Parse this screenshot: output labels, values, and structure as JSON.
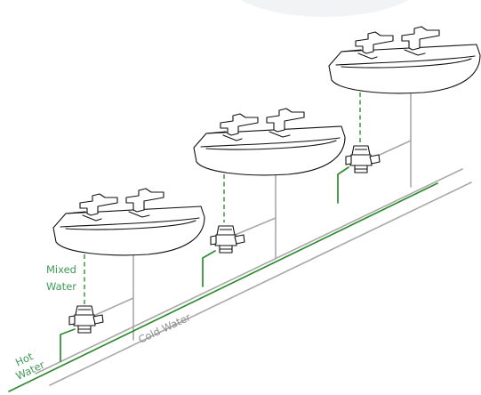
{
  "labels": {
    "hot_line1": "Hot",
    "hot_line2": "Water",
    "mixed_line1": "Mixed",
    "mixed_line2": "Water",
    "cold": "Cold Water"
  },
  "colors": {
    "hot_pipe": "#2e8b2e",
    "mixed_pipe": "#4a9e4a",
    "cold_pipe": "#a8a8a8",
    "label_green": "#3f9a57",
    "label_grey": "#8e8e8e",
    "outline": "#111111",
    "background_circle": "#f1f3f5"
  },
  "basins": [
    {
      "name": "basin-left"
    },
    {
      "name": "basin-middle"
    },
    {
      "name": "basin-right"
    }
  ],
  "valves": [
    {
      "name": "mixing-valve-left"
    },
    {
      "name": "mixing-valve-middle"
    },
    {
      "name": "mixing-valve-right"
    }
  ]
}
